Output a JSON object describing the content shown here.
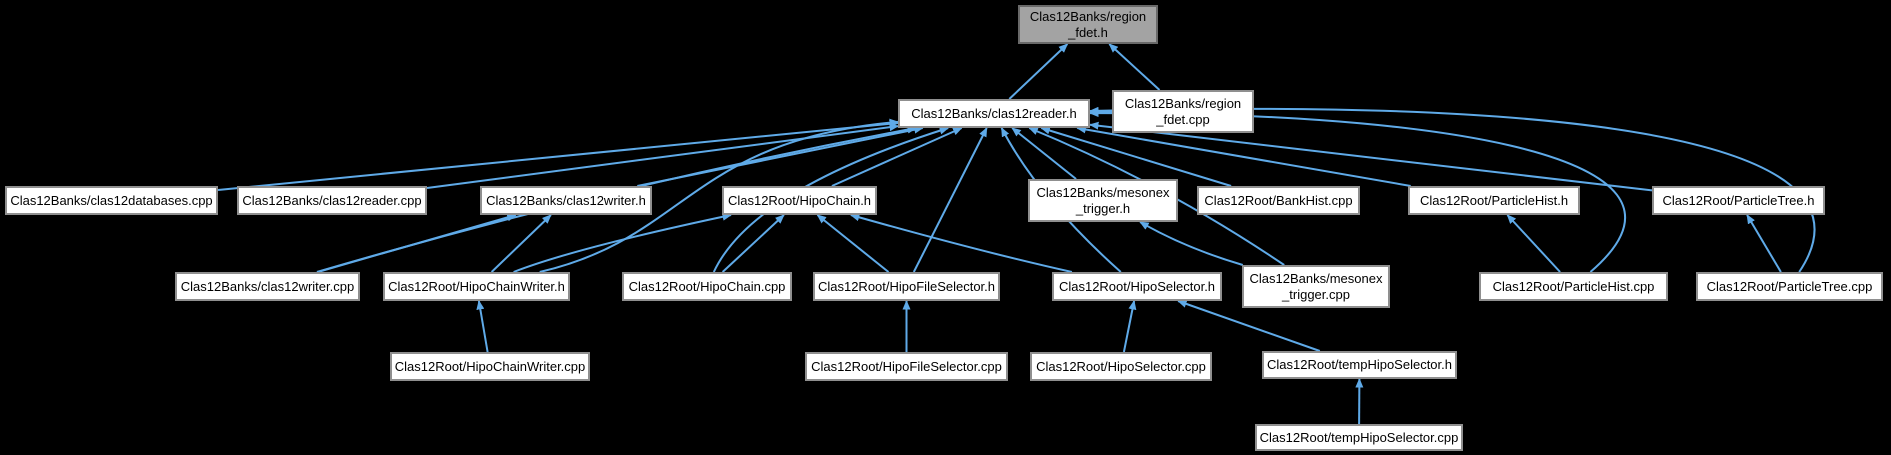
{
  "graph": {
    "title": "Include dependency graph for Clas12Banks/region_fdet.h",
    "colors": {
      "background": "#000000",
      "edge": "#5faae8",
      "node_fill": "#ffffff",
      "node_border": "#8f8f8f",
      "root_fill": "#a3a3a3",
      "root_border": "#696969",
      "text": "#000000"
    },
    "nodes": [
      {
        "id": "region_fdet_h",
        "lines": [
          "Clas12Banks/region",
          "_fdet.h"
        ],
        "root": true
      },
      {
        "id": "clas12reader_h",
        "lines": [
          "Clas12Banks/clas12reader.h"
        ],
        "root": false
      },
      {
        "id": "region_fdet_cpp",
        "lines": [
          "Clas12Banks/region",
          "_fdet.cpp"
        ],
        "root": false
      },
      {
        "id": "clas12databases_cpp",
        "lines": [
          "Clas12Banks/clas12databases.cpp"
        ],
        "root": false
      },
      {
        "id": "clas12reader_cpp",
        "lines": [
          "Clas12Banks/clas12reader.cpp"
        ],
        "root": false
      },
      {
        "id": "clas12writer_h",
        "lines": [
          "Clas12Banks/clas12writer.h"
        ],
        "root": false
      },
      {
        "id": "hipochain_h",
        "lines": [
          "Clas12Root/HipoChain.h"
        ],
        "root": false
      },
      {
        "id": "mesonex_trigger_h",
        "lines": [
          "Clas12Banks/mesonex",
          "_trigger.h"
        ],
        "root": false
      },
      {
        "id": "bankhist_cpp",
        "lines": [
          "Clas12Root/BankHist.cpp"
        ],
        "root": false
      },
      {
        "id": "particlehist_h",
        "lines": [
          "Clas12Root/ParticleHist.h"
        ],
        "root": false
      },
      {
        "id": "particletree_h",
        "lines": [
          "Clas12Root/ParticleTree.h"
        ],
        "root": false
      },
      {
        "id": "clas12writer_cpp",
        "lines": [
          "Clas12Banks/clas12writer.cpp"
        ],
        "root": false
      },
      {
        "id": "hipochainwriter_h",
        "lines": [
          "Clas12Root/HipoChainWriter.h"
        ],
        "root": false
      },
      {
        "id": "hipochain_cpp",
        "lines": [
          "Clas12Root/HipoChain.cpp"
        ],
        "root": false
      },
      {
        "id": "hipofileselector_h",
        "lines": [
          "Clas12Root/HipoFileSelector.h"
        ],
        "root": false
      },
      {
        "id": "hiposelector_h",
        "lines": [
          "Clas12Root/HipoSelector.h"
        ],
        "root": false
      },
      {
        "id": "mesonex_trigger_cpp",
        "lines": [
          "Clas12Banks/mesonex",
          "_trigger.cpp"
        ],
        "root": false
      },
      {
        "id": "particlehist_cpp",
        "lines": [
          "Clas12Root/ParticleHist.cpp"
        ],
        "root": false
      },
      {
        "id": "particletree_cpp",
        "lines": [
          "Clas12Root/ParticleTree.cpp"
        ],
        "root": false
      },
      {
        "id": "hipochainwriter_cpp",
        "lines": [
          "Clas12Root/HipoChainWriter.cpp"
        ],
        "root": false
      },
      {
        "id": "hipofileselector_cpp",
        "lines": [
          "Clas12Root/HipoFileSelector.cpp"
        ],
        "root": false
      },
      {
        "id": "hiposelector_cpp",
        "lines": [
          "Clas12Root/HipoSelector.cpp"
        ],
        "root": false
      },
      {
        "id": "temphiposelector_h",
        "lines": [
          "Clas12Root/tempHipoSelector.h"
        ],
        "root": false
      },
      {
        "id": "temphiposelector_cpp",
        "lines": [
          "Clas12Root/tempHipoSelector.cpp"
        ],
        "root": false
      }
    ],
    "edges": [
      {
        "from": "clas12reader_h",
        "to": "region_fdet_h"
      },
      {
        "from": "region_fdet_cpp",
        "to": "region_fdet_h"
      },
      {
        "from": "clas12databases_cpp",
        "to": "clas12reader_h"
      },
      {
        "from": "clas12reader_cpp",
        "to": "clas12reader_h"
      },
      {
        "from": "clas12writer_h",
        "to": "clas12reader_h"
      },
      {
        "from": "clas12writer_cpp",
        "to": "clas12reader_h"
      },
      {
        "from": "hipochainwriter_h",
        "to": "clas12reader_h"
      },
      {
        "from": "hipochain_h",
        "to": "clas12reader_h"
      },
      {
        "from": "hipochain_cpp",
        "to": "clas12reader_h"
      },
      {
        "from": "hipofileselector_h",
        "to": "clas12reader_h"
      },
      {
        "from": "hiposelector_h",
        "to": "clas12reader_h"
      },
      {
        "from": "mesonex_trigger_h",
        "to": "clas12reader_h"
      },
      {
        "from": "mesonex_trigger_cpp",
        "to": "clas12reader_h"
      },
      {
        "from": "bankhist_cpp",
        "to": "clas12reader_h"
      },
      {
        "from": "particlehist_h",
        "to": "clas12reader_h"
      },
      {
        "from": "particletree_h",
        "to": "clas12reader_h"
      },
      {
        "from": "particlehist_cpp",
        "to": "clas12reader_h"
      },
      {
        "from": "particletree_cpp",
        "to": "clas12reader_h"
      },
      {
        "from": "region_fdet_cpp",
        "to": "clas12reader_h"
      },
      {
        "from": "clas12writer_cpp",
        "to": "clas12writer_h"
      },
      {
        "from": "hipochainwriter_h",
        "to": "clas12writer_h"
      },
      {
        "from": "hipochainwriter_cpp",
        "to": "hipochainwriter_h"
      },
      {
        "from": "hipochainwriter_h",
        "to": "hipochain_h"
      },
      {
        "from": "hipochain_cpp",
        "to": "hipochain_h"
      },
      {
        "from": "hipofileselector_h",
        "to": "hipochain_h"
      },
      {
        "from": "hiposelector_h",
        "to": "hipochain_h"
      },
      {
        "from": "hipofileselector_cpp",
        "to": "hipofileselector_h"
      },
      {
        "from": "hiposelector_cpp",
        "to": "hiposelector_h"
      },
      {
        "from": "temphiposelector_h",
        "to": "hiposelector_h"
      },
      {
        "from": "temphiposelector_cpp",
        "to": "temphiposelector_h"
      },
      {
        "from": "mesonex_trigger_cpp",
        "to": "mesonex_trigger_h"
      },
      {
        "from": "particlehist_cpp",
        "to": "particlehist_h"
      },
      {
        "from": "particletree_cpp",
        "to": "particletree_h"
      }
    ]
  }
}
